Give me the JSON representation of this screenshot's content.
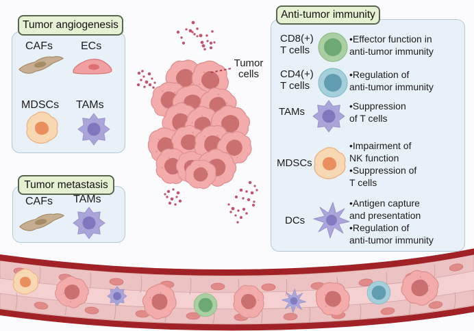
{
  "palette": {
    "panel_fill": "#e9f1f8",
    "panel_border": "#b5c8d8",
    "badge_fill": "#e6f0d3",
    "badge_border": "#59644f",
    "signal_dot": "#c2536b",
    "vessel_wall": "#a02226",
    "vessel_lumen": "#f4d0d0",
    "tumor_cell_body": "#f3abab",
    "tam_purple": "#aaa5d8",
    "mdsc_peach": "#f8d8b3",
    "cd8_green": "#6ca973",
    "cd4_teal": "#619cb0",
    "caf_tan": "#c7ae92",
    "ec_pink": "#f1a0a1"
  },
  "panels": {
    "angiogenesis": {
      "title": "Tumor angiogenesis",
      "items": [
        {
          "label": "CAFs",
          "icon": "caf-cell"
        },
        {
          "label": "ECs",
          "icon": "ec-cell"
        },
        {
          "label": "MDSCs",
          "icon": "mdsc-cell"
        },
        {
          "label": "TAMs",
          "icon": "tam-cell"
        }
      ]
    },
    "metastasis": {
      "title": "Tumor metastasis",
      "items": [
        {
          "label": "CAFs",
          "icon": "caf-cell"
        },
        {
          "label": "TAMs",
          "icon": "tam-cell"
        }
      ]
    },
    "immunity": {
      "title": "Anti-tumor immunity",
      "rows": [
        {
          "label": "CD8(+)\nT cells",
          "icon": "cd8-t-cell",
          "functions": "•Effector function in\nanti-tumor immunity"
        },
        {
          "label": "CD4(+)\nT cells",
          "icon": "cd4-t-cell",
          "functions": "•Regulation of\nanti-tumor immunity"
        },
        {
          "label": "TAMs",
          "icon": "tam-cell",
          "functions": "•Suppression\nof T cells"
        },
        {
          "label": "MDSCs",
          "icon": "mdsc-cell",
          "functions": "•Impairment of\nNK function\n•Suppression of\nT cells"
        },
        {
          "label": "DCs",
          "icon": "dendritic-cell",
          "functions": "•Antigen capture\nand presentation\n•Regulation of\nanti-tumor immunity"
        }
      ]
    }
  },
  "center": {
    "tumor_label": "Tumor\ncells"
  }
}
